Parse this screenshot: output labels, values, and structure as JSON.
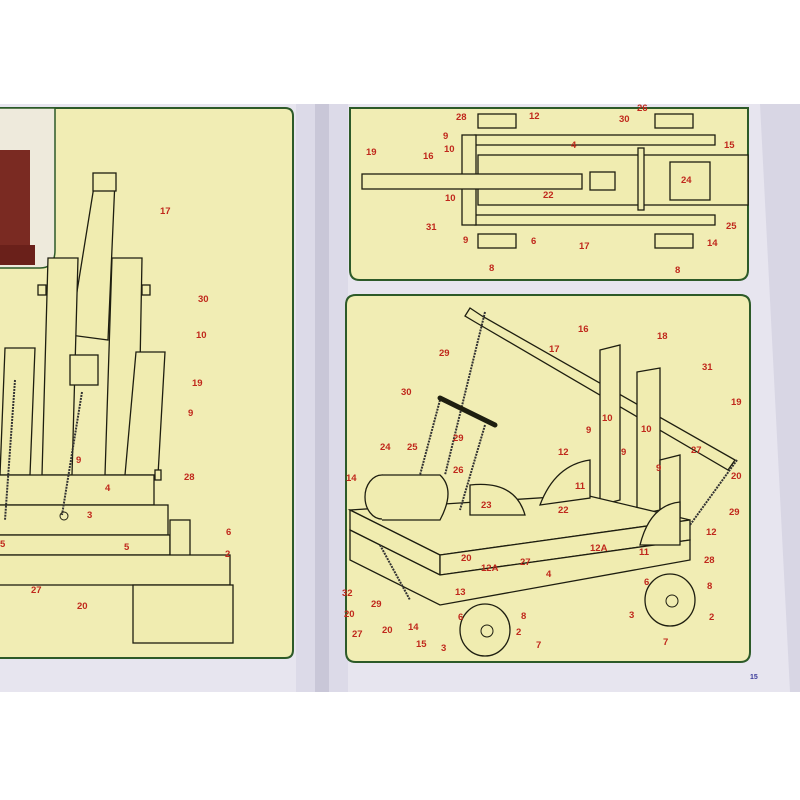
{
  "page_number": "15",
  "colors": {
    "panel": "#f1edb4",
    "border": "#2d5a28",
    "label": "#c0281c",
    "paper": "#e6e4ee"
  },
  "left_panel": {
    "labels": [
      "17",
      "30",
      "10",
      "19",
      "9",
      "28",
      "9",
      "4",
      "3",
      "6",
      "2",
      "5",
      "5",
      "27",
      "20"
    ]
  },
  "top_panel": {
    "labels": [
      "28",
      "12",
      "9",
      "4",
      "10",
      "19",
      "16",
      "15",
      "30",
      "26",
      "24",
      "22",
      "10",
      "31",
      "9",
      "6",
      "17",
      "14",
      "25",
      "8",
      "8"
    ]
  },
  "bottom_panel": {
    "labels": [
      "29",
      "17",
      "16",
      "18",
      "31",
      "19",
      "30",
      "29",
      "10",
      "10",
      "9",
      "9",
      "9",
      "12",
      "24",
      "25",
      "26",
      "27",
      "20",
      "14",
      "11",
      "23",
      "22",
      "29",
      "12",
      "12A",
      "11",
      "28",
      "20",
      "27",
      "12A",
      "4",
      "13",
      "6",
      "8",
      "32",
      "29",
      "20",
      "27",
      "20",
      "14",
      "2",
      "3",
      "8",
      "2",
      "6",
      "15",
      "3",
      "7",
      "7"
    ]
  }
}
